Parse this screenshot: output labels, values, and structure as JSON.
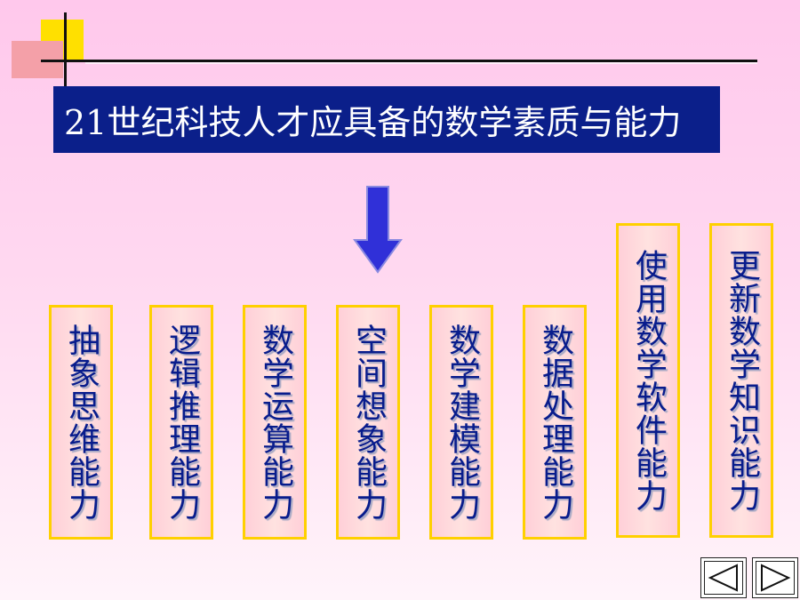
{
  "slide": {
    "title": "21世纪科技人才应具备的数学素质与能力",
    "boxes": [
      {
        "label": "抽象思维能力"
      },
      {
        "label": "逻辑推理能力"
      },
      {
        "label": "数学运算能力"
      },
      {
        "label": "空间想象能力"
      },
      {
        "label": "数学建模能力"
      },
      {
        "label": "数据处理能力"
      },
      {
        "label": "使用数学软件能力"
      },
      {
        "label": "更新数学知识能力"
      }
    ]
  },
  "colors": {
    "title_bg": "#0b1f8a",
    "title_text": "#ffffff",
    "box_border": "#ffd000",
    "box_text": "#081c8c",
    "arrow_fill": "#3030d8"
  },
  "icons": {
    "arrow": "down-arrow-icon",
    "prev": "prev-triangle-icon",
    "next": "next-triangle-icon"
  }
}
